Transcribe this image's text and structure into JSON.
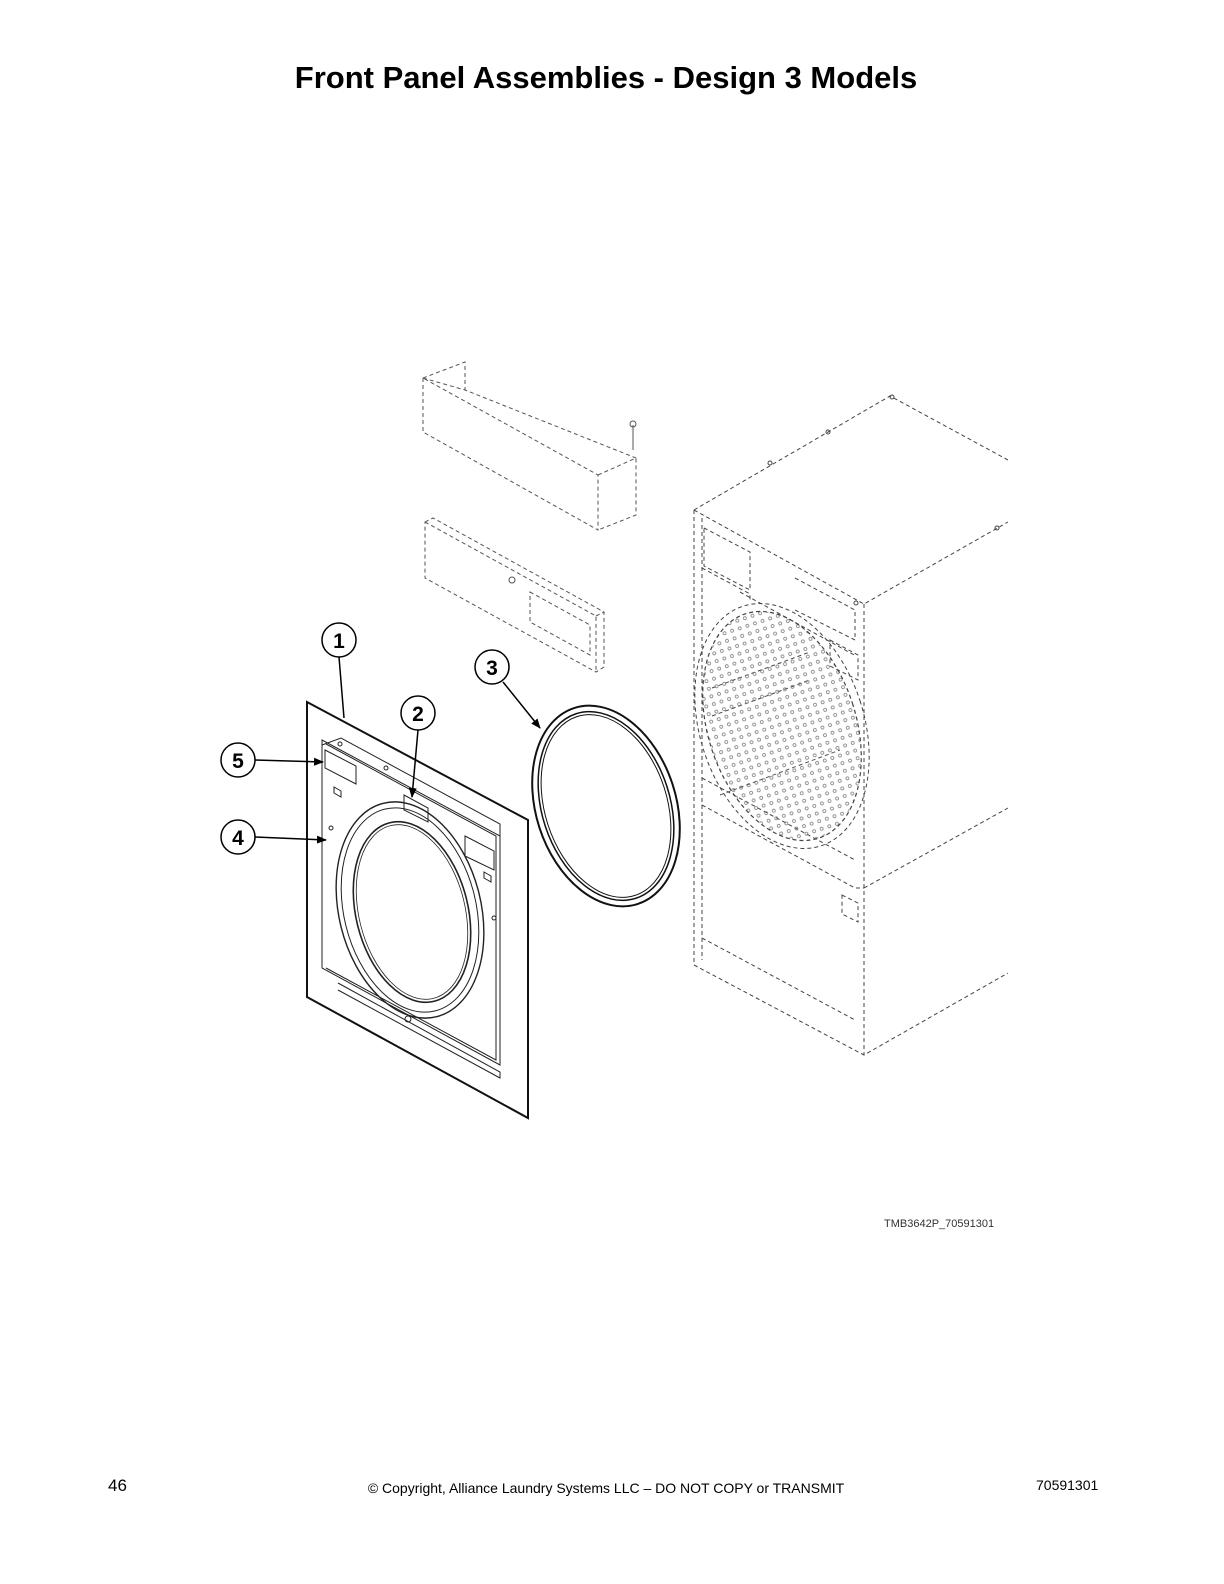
{
  "page": {
    "title": "Front Panel Assemblies - Design 3 Models",
    "figure_reference": "TMB3642P_70591301",
    "footer": {
      "page_number": "46",
      "copyright": "© Copyright, Alliance Laundry Systems LLC – DO NOT COPY or TRANSMIT",
      "document_number": "70591301"
    }
  },
  "diagram": {
    "callouts": [
      "1",
      "2",
      "3",
      "4",
      "5"
    ]
  }
}
